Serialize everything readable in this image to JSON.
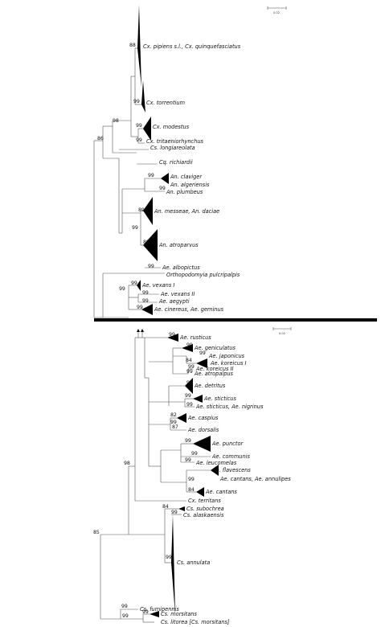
{
  "figure": {
    "top_panel": {
      "scale_bar_label": "0.02",
      "taxa": [
        "Cx. pipiens s.l., Cx. quinquefasciatus",
        "Cx. torrentium",
        "Cx. modestus",
        "Cx. tritaeniorhynchus",
        "Cs. longiareolata",
        "Cq. richiardii",
        "An. claviger",
        "An. algeriensis",
        "An. plumbeus",
        "An. messeae, An. daciae",
        "An. atroparvus",
        "Ae. albopictus",
        "Orthopodomyia pulcripalpis",
        "Ae. vexans I",
        "Ae. vexans II",
        "Ae. aegypti",
        "Ae. cinereus, Ae. geminus"
      ],
      "bootstrap": {
        "pipiens": "88",
        "torrentium": "99",
        "modestus": "99",
        "trit": "99",
        "culex_group": "98",
        "culicini": "86",
        "claviger": "99",
        "algeriensis": "99",
        "messeae": "89",
        "atroparvus_node": "99",
        "atroparvus": "89",
        "albopictus": "99",
        "vexans_i": "99",
        "vexans_group": "99",
        "vexans_ii": "99",
        "aegypti": "99",
        "cinereus": "99"
      }
    },
    "bottom_panel": {
      "scale_bar_label": "0.02",
      "taxa": [
        "Ae. rusticus",
        "Ae. geniculatus",
        "Ae. japonicus",
        "Ae. koreicus I",
        "Ae. koreicus II",
        "Ae. atropalpus",
        "Ae. detritus",
        "Ae. sticticus",
        "Ae. sticticus, Ae. nigrinus",
        "Ae. caspius",
        "Ae. dorsalis",
        "Ae. punctor",
        "Ae. communis",
        "Ae. leucomelas",
        "Ae. flavescens",
        "Ae. cantans, Ae. annulipes",
        "Ae. cantans",
        "Cx. territans",
        "Cs. subochrea",
        "Cs. alaskaensis",
        "Cs. annulata",
        "Cs. fumipennis",
        "Cs. morsitans",
        "Cs. litorea [Cs. morsitans]"
      ],
      "bootstrap": {
        "rusticus": "99",
        "geniculatus": "99",
        "japonicus": "99",
        "koreicus": "84",
        "koreicus2": "99",
        "atropalpus": "99",
        "detritus": "99",
        "sticticus": "99",
        "sticticus2": "99",
        "caspius": "82",
        "dorsalis_grp": "99",
        "dorsalis": "87",
        "punctor": "99",
        "communis": "99",
        "leucomelas": "99",
        "cantans_grp": "99",
        "cantans": "84",
        "ochlerotatus": "98",
        "subochrea": "84",
        "alaskaensis": "99",
        "annulata": "99",
        "culiseta": "85",
        "fumipennis": "99",
        "morsitans": "99",
        "litorea": "99"
      }
    }
  }
}
